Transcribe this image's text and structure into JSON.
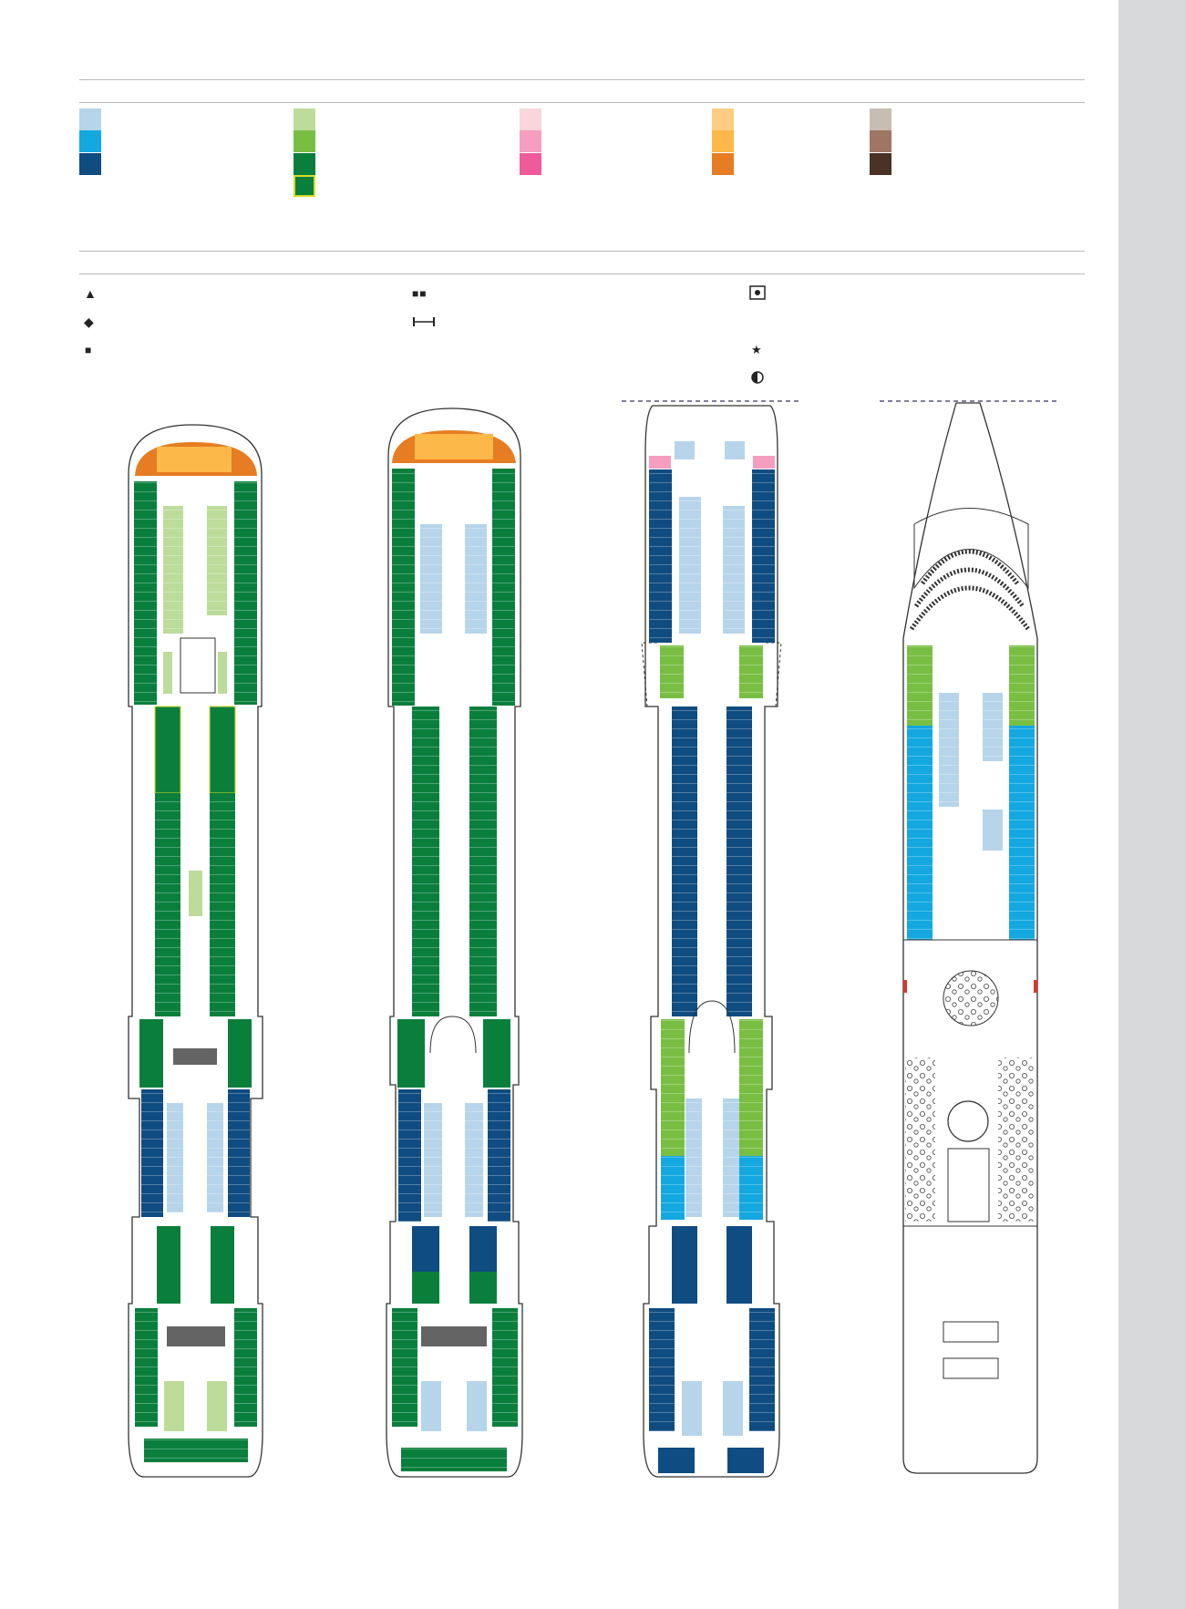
{
  "legend": {
    "groups": [
      {
        "id": "blue",
        "colors": [
          "#b6d5ea",
          "#13a8e0",
          "#0f4c81"
        ]
      },
      {
        "id": "green",
        "colors": [
          "#bcdc9a",
          "#78be43",
          "#0a7f3c",
          "#0a7f3c"
        ]
      },
      {
        "id": "pink",
        "colors": [
          "#f9d5dc",
          "#f59ec0",
          "#ef5a9a"
        ]
      },
      {
        "id": "orange",
        "colors": [
          "#fdcd82",
          "#fcb848",
          "#e67d22"
        ]
      },
      {
        "id": "brown",
        "colors": [
          "#c8bdb2",
          "#9e7663",
          "#4a3225"
        ]
      }
    ]
  },
  "symbols": [
    {
      "icon": "triangle-icon",
      "glyph": "▲"
    },
    {
      "icon": "diamond-icon",
      "glyph": "◆"
    },
    {
      "icon": "square-icon",
      "glyph": "■"
    },
    {
      "icon": "double-square-icon",
      "glyph": "■■"
    },
    {
      "icon": "connecting-bar-icon",
      "glyph": "⊢⊣"
    },
    {
      "icon": "boxed-dot-icon",
      "glyph": "⊡"
    },
    {
      "icon": "star-icon",
      "glyph": "★"
    },
    {
      "icon": "half-circle-icon",
      "glyph": "◐"
    }
  ],
  "colors": {
    "outline": "#333333",
    "light_blue": "#b6d5ea",
    "mid_blue": "#13a8e0",
    "dark_blue": "#0f4c81",
    "light_green": "#bcdc9a",
    "mid_green": "#78be43",
    "dark_green": "#0a7f3c",
    "pink": "#f59ec0",
    "orange": "#fcb848",
    "dark_orange": "#e67d22",
    "sidebar": "#d8d9da"
  }
}
